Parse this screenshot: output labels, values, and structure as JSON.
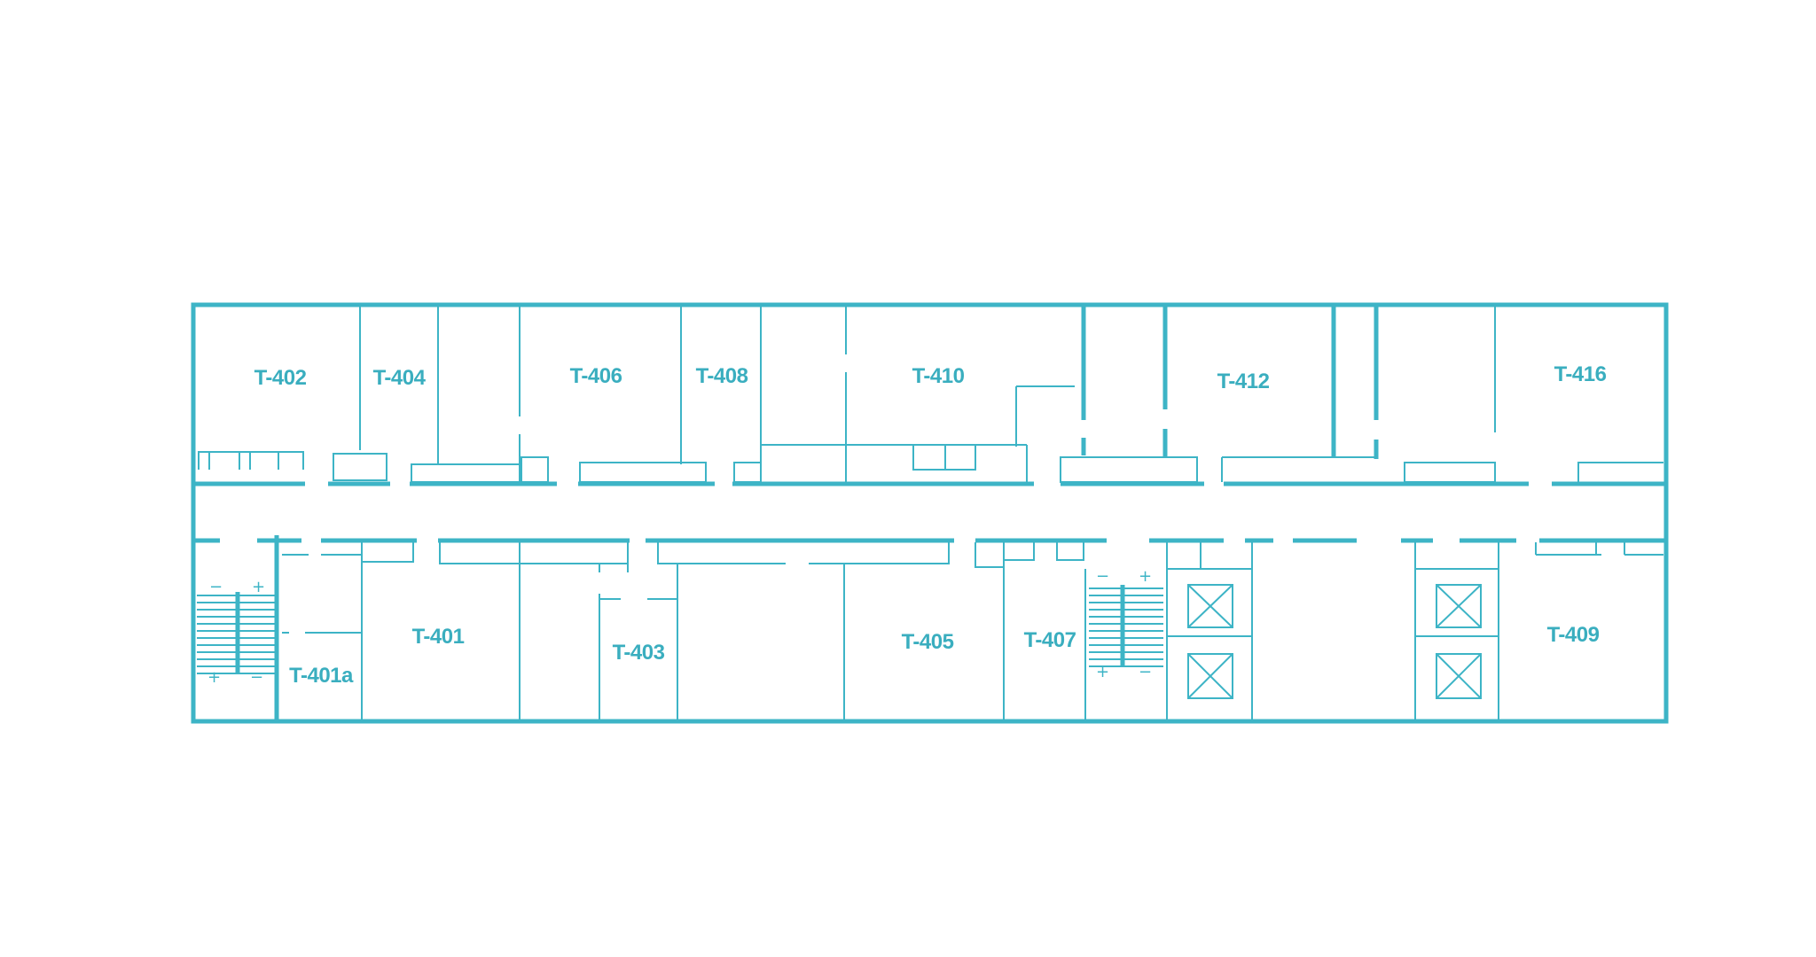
{
  "colors": {
    "line": "#3db4c6",
    "label": "#3aaebf",
    "background": "#ffffff"
  },
  "floor": {
    "rooms": {
      "r402": "T-402",
      "r404": "T-404",
      "r406": "T-406",
      "r408": "T-408",
      "r410": "T-410",
      "r412": "T-412",
      "r416": "T-416",
      "r401": "T-401",
      "r401a": "T-401a",
      "r403": "T-403",
      "r405": "T-405",
      "r407": "T-407",
      "r409": "T-409"
    },
    "stair_marks": {
      "plus": "+",
      "minus": "−"
    }
  },
  "icons": [
    "stairs-icon",
    "elevator-icon"
  ]
}
